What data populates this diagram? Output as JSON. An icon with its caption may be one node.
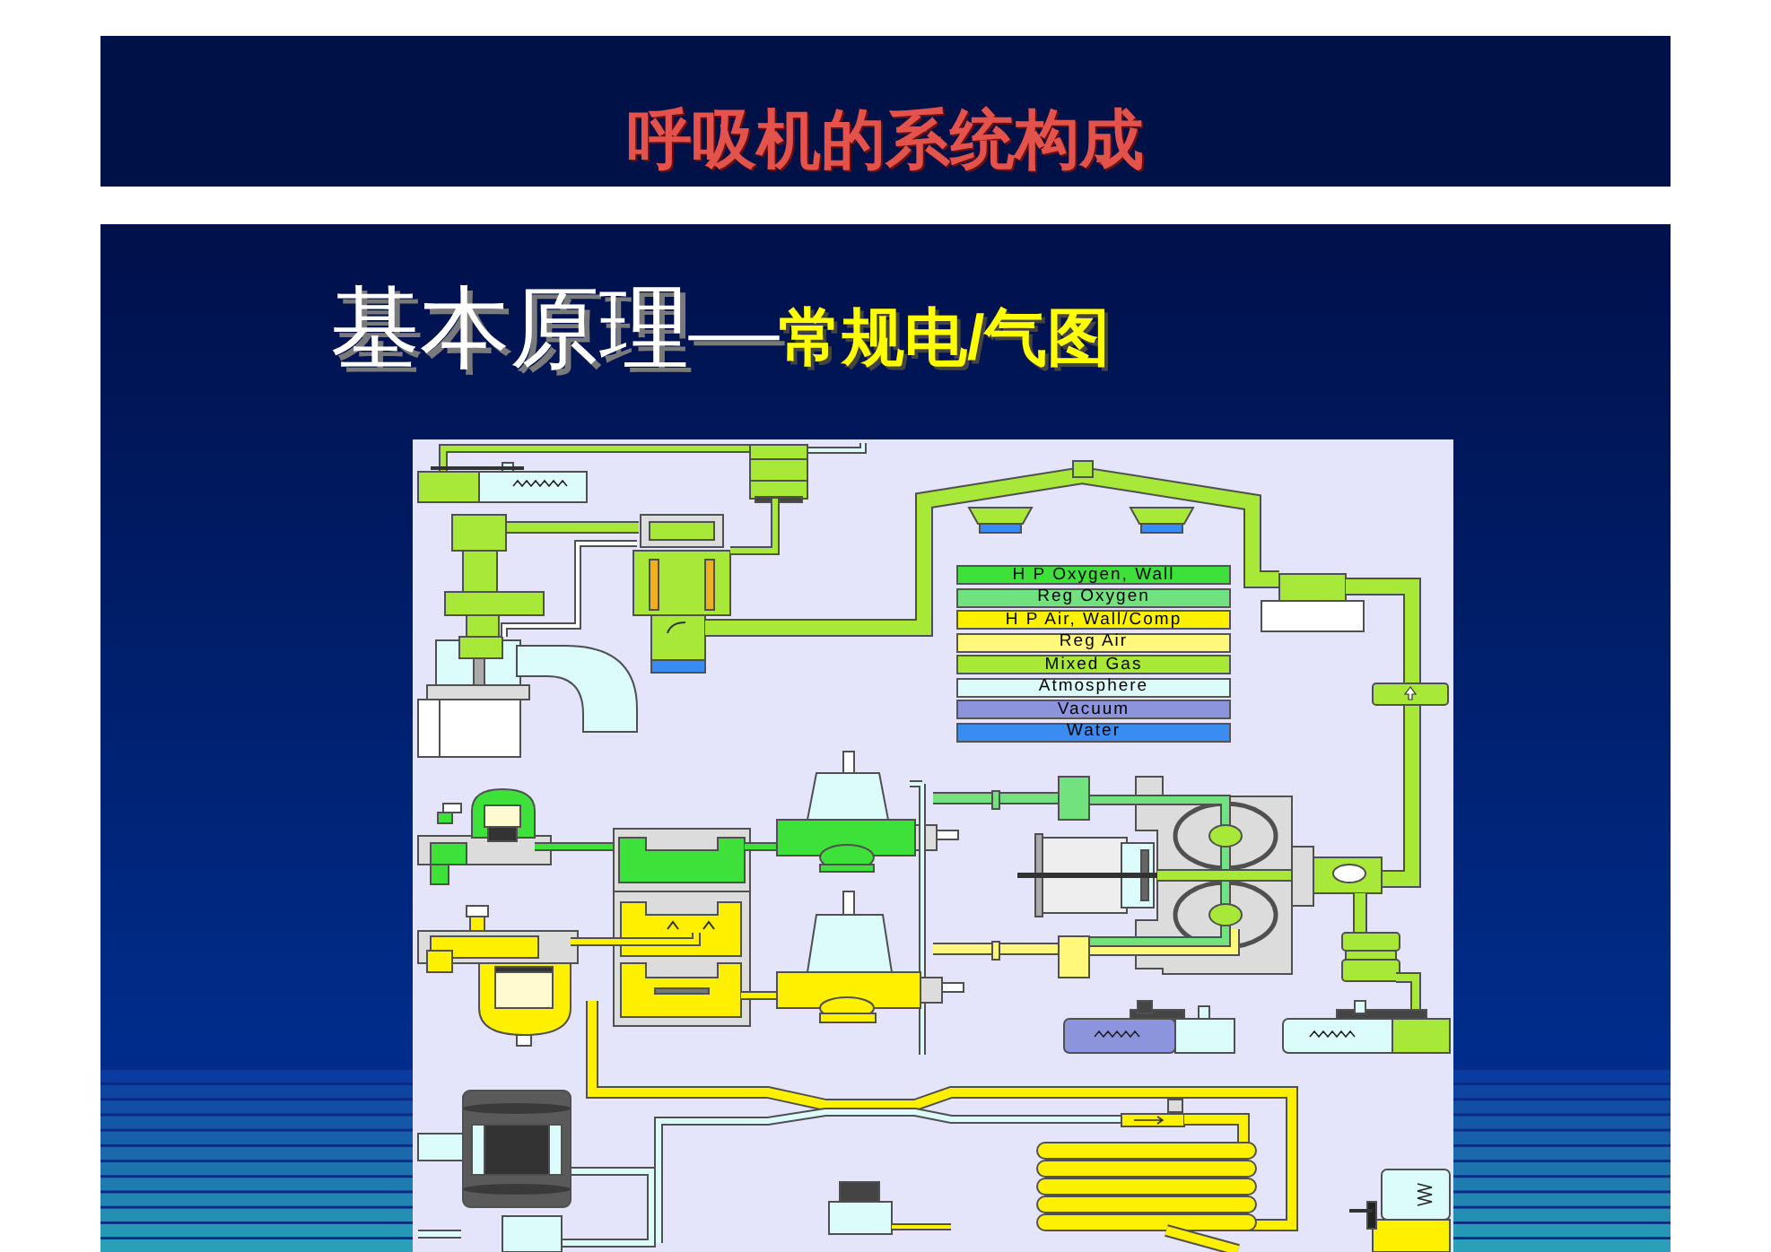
{
  "diagram": {
    "title": "呼吸机的系统构成",
    "labels": [
      "基本原理—",
      "常规电/气图"
    ],
    "legend": [
      {
        "text": "H P Oxygen, Wall",
        "color": "#3ee03a"
      },
      {
        "text": "Reg Oxygen",
        "color": "#72e27e"
      },
      {
        "text": "H P Air, Wall/Comp",
        "color": "#fff000"
      },
      {
        "text": "Reg Air",
        "color": "#fff87a"
      },
      {
        "text": "Mixed Gas",
        "color": "#a8e838"
      },
      {
        "text": "Atmosphere",
        "color": "#dcfcfc"
      },
      {
        "text": "Vacuum",
        "color": "#8c94dc"
      },
      {
        "text": "Water",
        "color": "#3a8cf0"
      }
    ]
  }
}
